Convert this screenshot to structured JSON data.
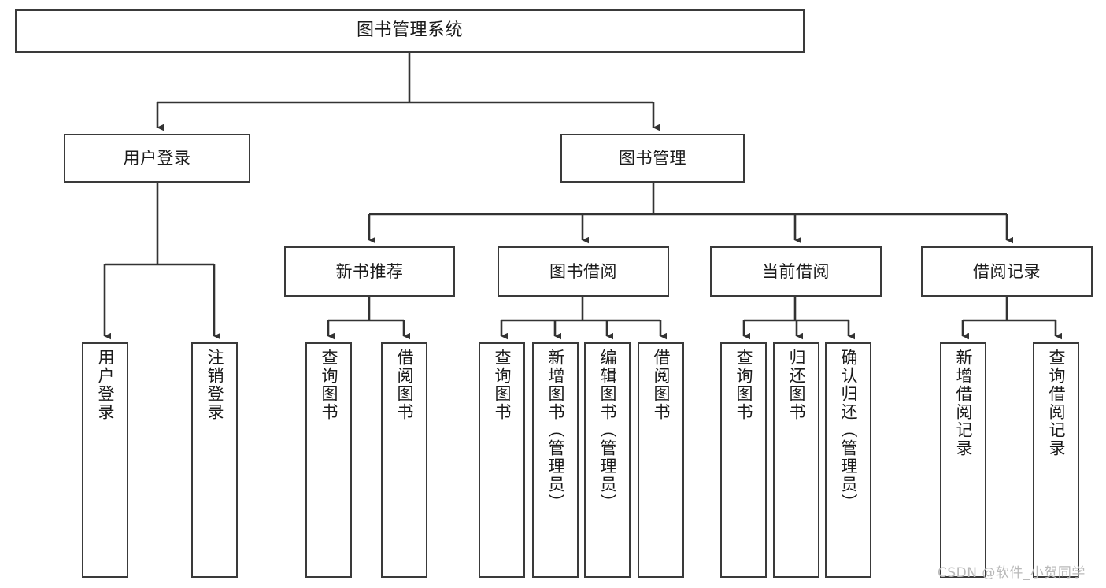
{
  "diagram": {
    "type": "tree-hierarchy",
    "title": "图书管理系统",
    "orientation": "top-down",
    "edge_style": "orthogonal-arrow",
    "colors": {
      "box_border": "#3a3a3a",
      "box_fill": "#ffffff",
      "edge": "#333333",
      "text": "#1a1a1a",
      "watermark": "#b9b9b9",
      "background": "#ffffff"
    }
  },
  "root": {
    "label": "图书管理系统"
  },
  "level1": [
    {
      "label": "用户登录"
    },
    {
      "label": "图书管理"
    }
  ],
  "level2": [
    {
      "label": "新书推荐"
    },
    {
      "label": "图书借阅"
    },
    {
      "label": "当前借阅"
    },
    {
      "label": "借阅记录"
    }
  ],
  "leaves": {
    "user_login": [
      {
        "label": "用户登录"
      },
      {
        "label": "注销登录"
      }
    ],
    "new_book_recommend": [
      {
        "label": "查询图书"
      },
      {
        "label": "借阅图书"
      }
    ],
    "book_borrow": [
      {
        "label": "查询图书"
      },
      {
        "label": "新增图书（管理员）"
      },
      {
        "label": "编辑图书（管理员）"
      },
      {
        "label": "借阅图书"
      }
    ],
    "current_borrow": [
      {
        "label": "查询图书"
      },
      {
        "label": "归还图书"
      },
      {
        "label": "确认归还（管理员）"
      }
    ],
    "borrow_record": [
      {
        "label": "新增借阅记录"
      },
      {
        "label": "查询借阅记录"
      }
    ]
  },
  "watermark": {
    "text": "CSDN @软件_小贺同学"
  }
}
